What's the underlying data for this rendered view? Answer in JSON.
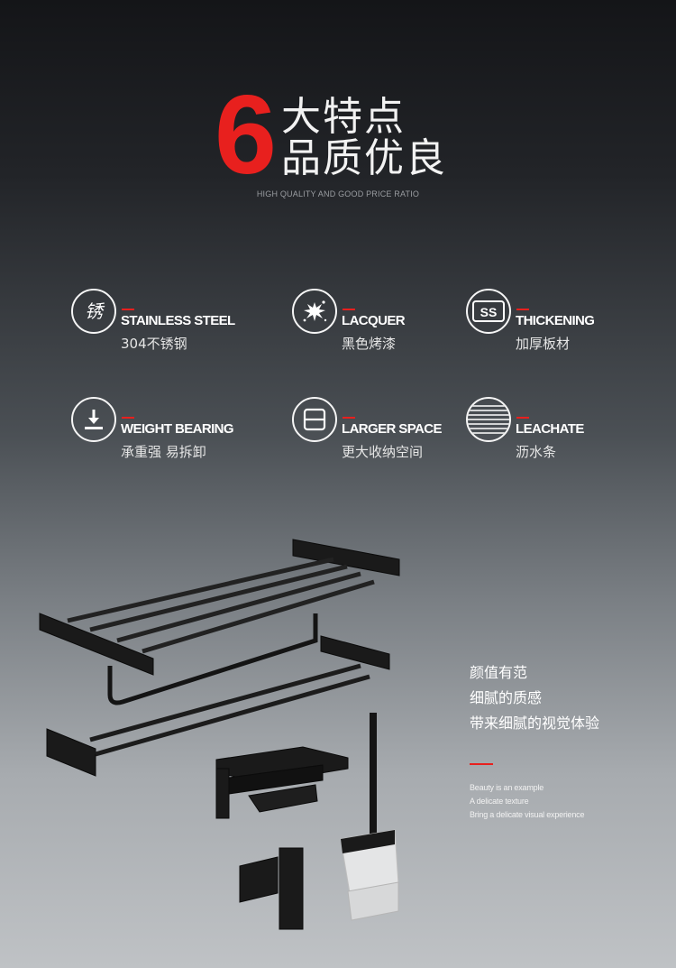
{
  "hero": {
    "number": "6",
    "title_line1": "大特点",
    "title_line2": "品质优良",
    "tagline": "HIGH QUALITY AND GOOD PRICE RATIO"
  },
  "features": [
    {
      "en": "STAINLESS STEEL",
      "zh": "304不锈钢",
      "icon": "stainless-steel-icon",
      "icon_text": "锈"
    },
    {
      "en": "LACQUER",
      "zh": "黑色烤漆",
      "icon": "lacquer-splash-icon"
    },
    {
      "en": "THICKENING",
      "zh": "加厚板材",
      "icon": "thickening-icon",
      "icon_text": "SS"
    },
    {
      "en": "WEIGHT BEARING",
      "zh": "承重强 易拆卸",
      "icon": "weight-bearing-icon"
    },
    {
      "en": "LARGER SPACE",
      "zh": "更大收纳空间",
      "icon": "larger-space-icon"
    },
    {
      "en": "LEACHATE",
      "zh": "沥水条",
      "icon": "leachate-icon"
    }
  ],
  "copy": {
    "lines": [
      "颜值有范",
      "细腻的质感",
      "带来细腻的视觉体验"
    ],
    "small": [
      "Beauty is an example",
      "A delicate texture",
      "Bring a delicate visual experience"
    ]
  },
  "colors": {
    "accent": "#e8201e",
    "text": "#ffffff",
    "product": "#1a1a1a"
  }
}
